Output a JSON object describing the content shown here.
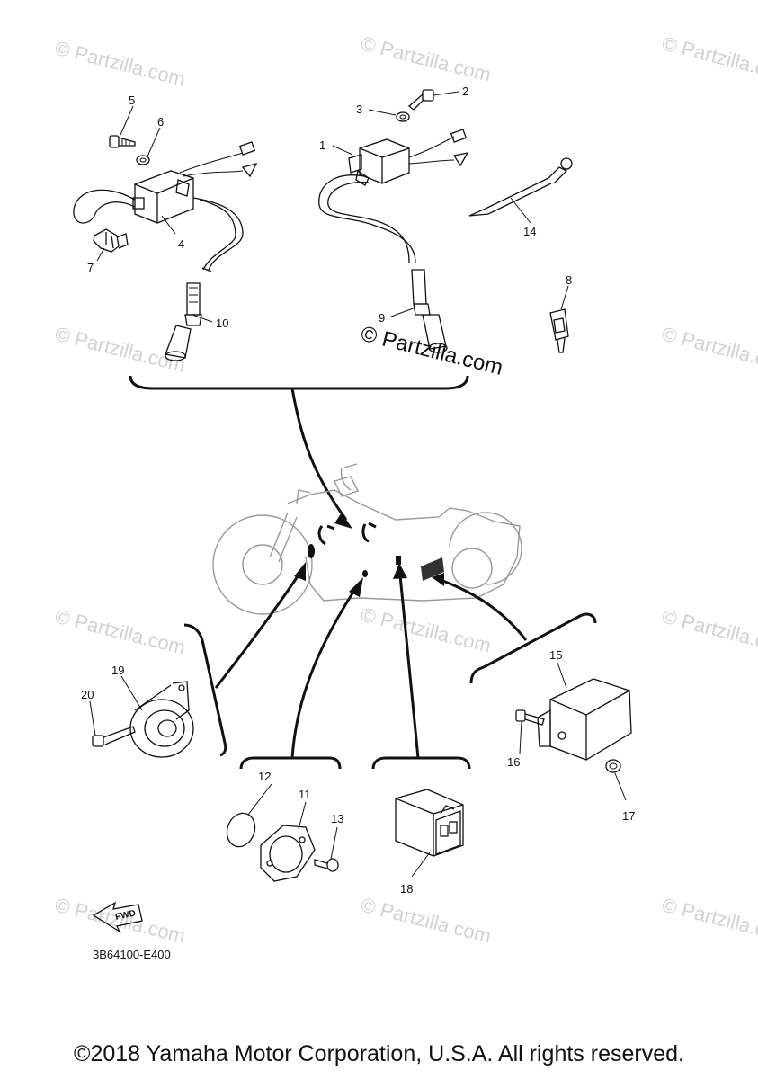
{
  "watermarks": {
    "small": "© Partzilla.com",
    "main": "© Partzilla.com"
  },
  "diagram_code": "3B64100-E400",
  "fwd_label": "FWD",
  "copyright": "©2018 Yamaha Motor Corporation, U.S.A. All rights reserved.",
  "callouts": [
    "1",
    "2",
    "3",
    "4",
    "5",
    "6",
    "7",
    "8",
    "9",
    "10",
    "11",
    "12",
    "13",
    "14",
    "15",
    "16",
    "17",
    "18",
    "19",
    "20"
  ]
}
